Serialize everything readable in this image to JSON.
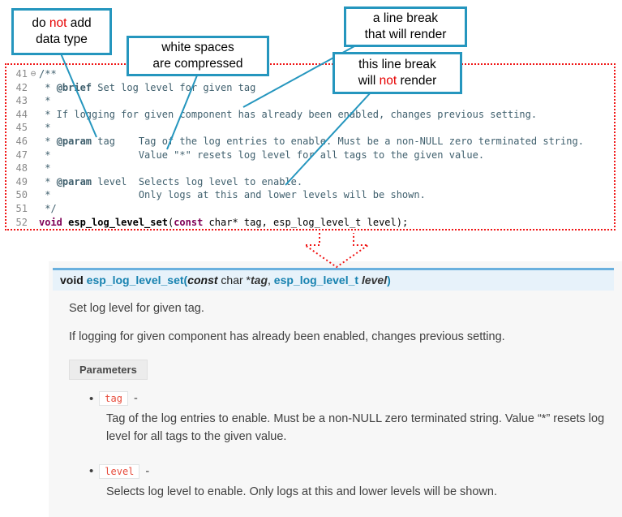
{
  "colors": {
    "callout_border": "#2596be",
    "negation_red": "#e60000",
    "dotted_outline_red": "#f01414",
    "signature_bg": "#e7f2fa",
    "signature_border": "#6ab0de",
    "literal_red": "#e74c3c",
    "keyword_purple": "#7f0055"
  },
  "callouts": {
    "c1": {
      "pre": "do ",
      "neg": "not",
      "post": " add",
      "line2": "data type"
    },
    "c2": {
      "line1": "white spaces",
      "line2": "are  compressed"
    },
    "c3": {
      "line1": "a line break",
      "line2": "that will render"
    },
    "c4": {
      "line1": "this line break",
      "pre": "will ",
      "neg": "not",
      "post": " render"
    }
  },
  "code": {
    "lines": [
      {
        "num": "41",
        "fold": "⊖",
        "segs": [
          {
            "t": "/**",
            "c": "cmt"
          }
        ]
      },
      {
        "num": "42",
        "fold": "",
        "segs": [
          {
            "t": " * ",
            "c": "cmt"
          },
          {
            "t": "@brief",
            "c": "dox"
          },
          {
            "t": " Set log level for given tag",
            "c": "cmt"
          }
        ]
      },
      {
        "num": "43",
        "fold": "",
        "segs": [
          {
            "t": " *",
            "c": "cmt"
          }
        ]
      },
      {
        "num": "44",
        "fold": "",
        "segs": [
          {
            "t": " * If logging for given component has already been enabled, changes previous setting.",
            "c": "cmt"
          }
        ]
      },
      {
        "num": "45",
        "fold": "",
        "segs": [
          {
            "t": " *",
            "c": "cmt"
          }
        ]
      },
      {
        "num": "46",
        "fold": "",
        "segs": [
          {
            "t": " * ",
            "c": "cmt"
          },
          {
            "t": "@param",
            "c": "dox"
          },
          {
            "t": " tag    Tag of the log entries to enable. Must be a non-NULL zero terminated string.",
            "c": "cmt"
          }
        ]
      },
      {
        "num": "47",
        "fold": "",
        "segs": [
          {
            "t": " *               Value \"*\" resets log level for all tags to the given value.",
            "c": "cmt"
          }
        ]
      },
      {
        "num": "48",
        "fold": "",
        "segs": [
          {
            "t": " *",
            "c": "cmt"
          }
        ]
      },
      {
        "num": "49",
        "fold": "",
        "segs": [
          {
            "t": " * ",
            "c": "cmt"
          },
          {
            "t": "@param",
            "c": "dox"
          },
          {
            "t": " level  Selects log level to enable.",
            "c": "cmt"
          }
        ]
      },
      {
        "num": "50",
        "fold": "",
        "segs": [
          {
            "t": " *               Only logs at this and lower levels will be shown.",
            "c": "cmt"
          }
        ]
      },
      {
        "num": "51",
        "fold": "",
        "segs": [
          {
            "t": " */",
            "c": "cmt"
          }
        ]
      },
      {
        "num": "52",
        "fold": "",
        "segs": [
          {
            "t": "void",
            "c": "kw"
          },
          {
            "t": " ",
            "c": "pln"
          },
          {
            "t": "esp_log_level_set",
            "c": "fn"
          },
          {
            "t": "(",
            "c": "pln"
          },
          {
            "t": "const",
            "c": "kw"
          },
          {
            "t": " char* tag, esp_log_level_t level);",
            "c": "pln"
          }
        ]
      }
    ]
  },
  "doc": {
    "signature": [
      {
        "t": "void ",
        "c": "s-kw"
      },
      {
        "t": "esp_log_level_set(",
        "c": "s-name"
      },
      {
        "t": "const",
        "c": "s-ki"
      },
      {
        "t": " char *",
        "c": "s-pl"
      },
      {
        "t": "tag",
        "c": "s-par"
      },
      {
        "t": ", ",
        "c": "s-pl"
      },
      {
        "t": "esp_log_level_t",
        "c": "s-type"
      },
      {
        "t": " ",
        "c": "s-pl"
      },
      {
        "t": "level",
        "c": "s-par"
      },
      {
        "t": ")",
        "c": "s-name"
      }
    ],
    "p1": "Set log level for given tag.",
    "p2": "If logging for given component has already been enabled, changes previous setting.",
    "params_title": "Parameters",
    "params": [
      {
        "name": "tag",
        "dash": "-",
        "desc": "Tag of the log entries to enable. Must be a non-NULL zero terminated string. Value “*” resets log level for all tags to the given value."
      },
      {
        "name": "level",
        "dash": "-",
        "desc": "Selects log level to enable. Only logs at this and lower levels will be shown."
      }
    ]
  }
}
